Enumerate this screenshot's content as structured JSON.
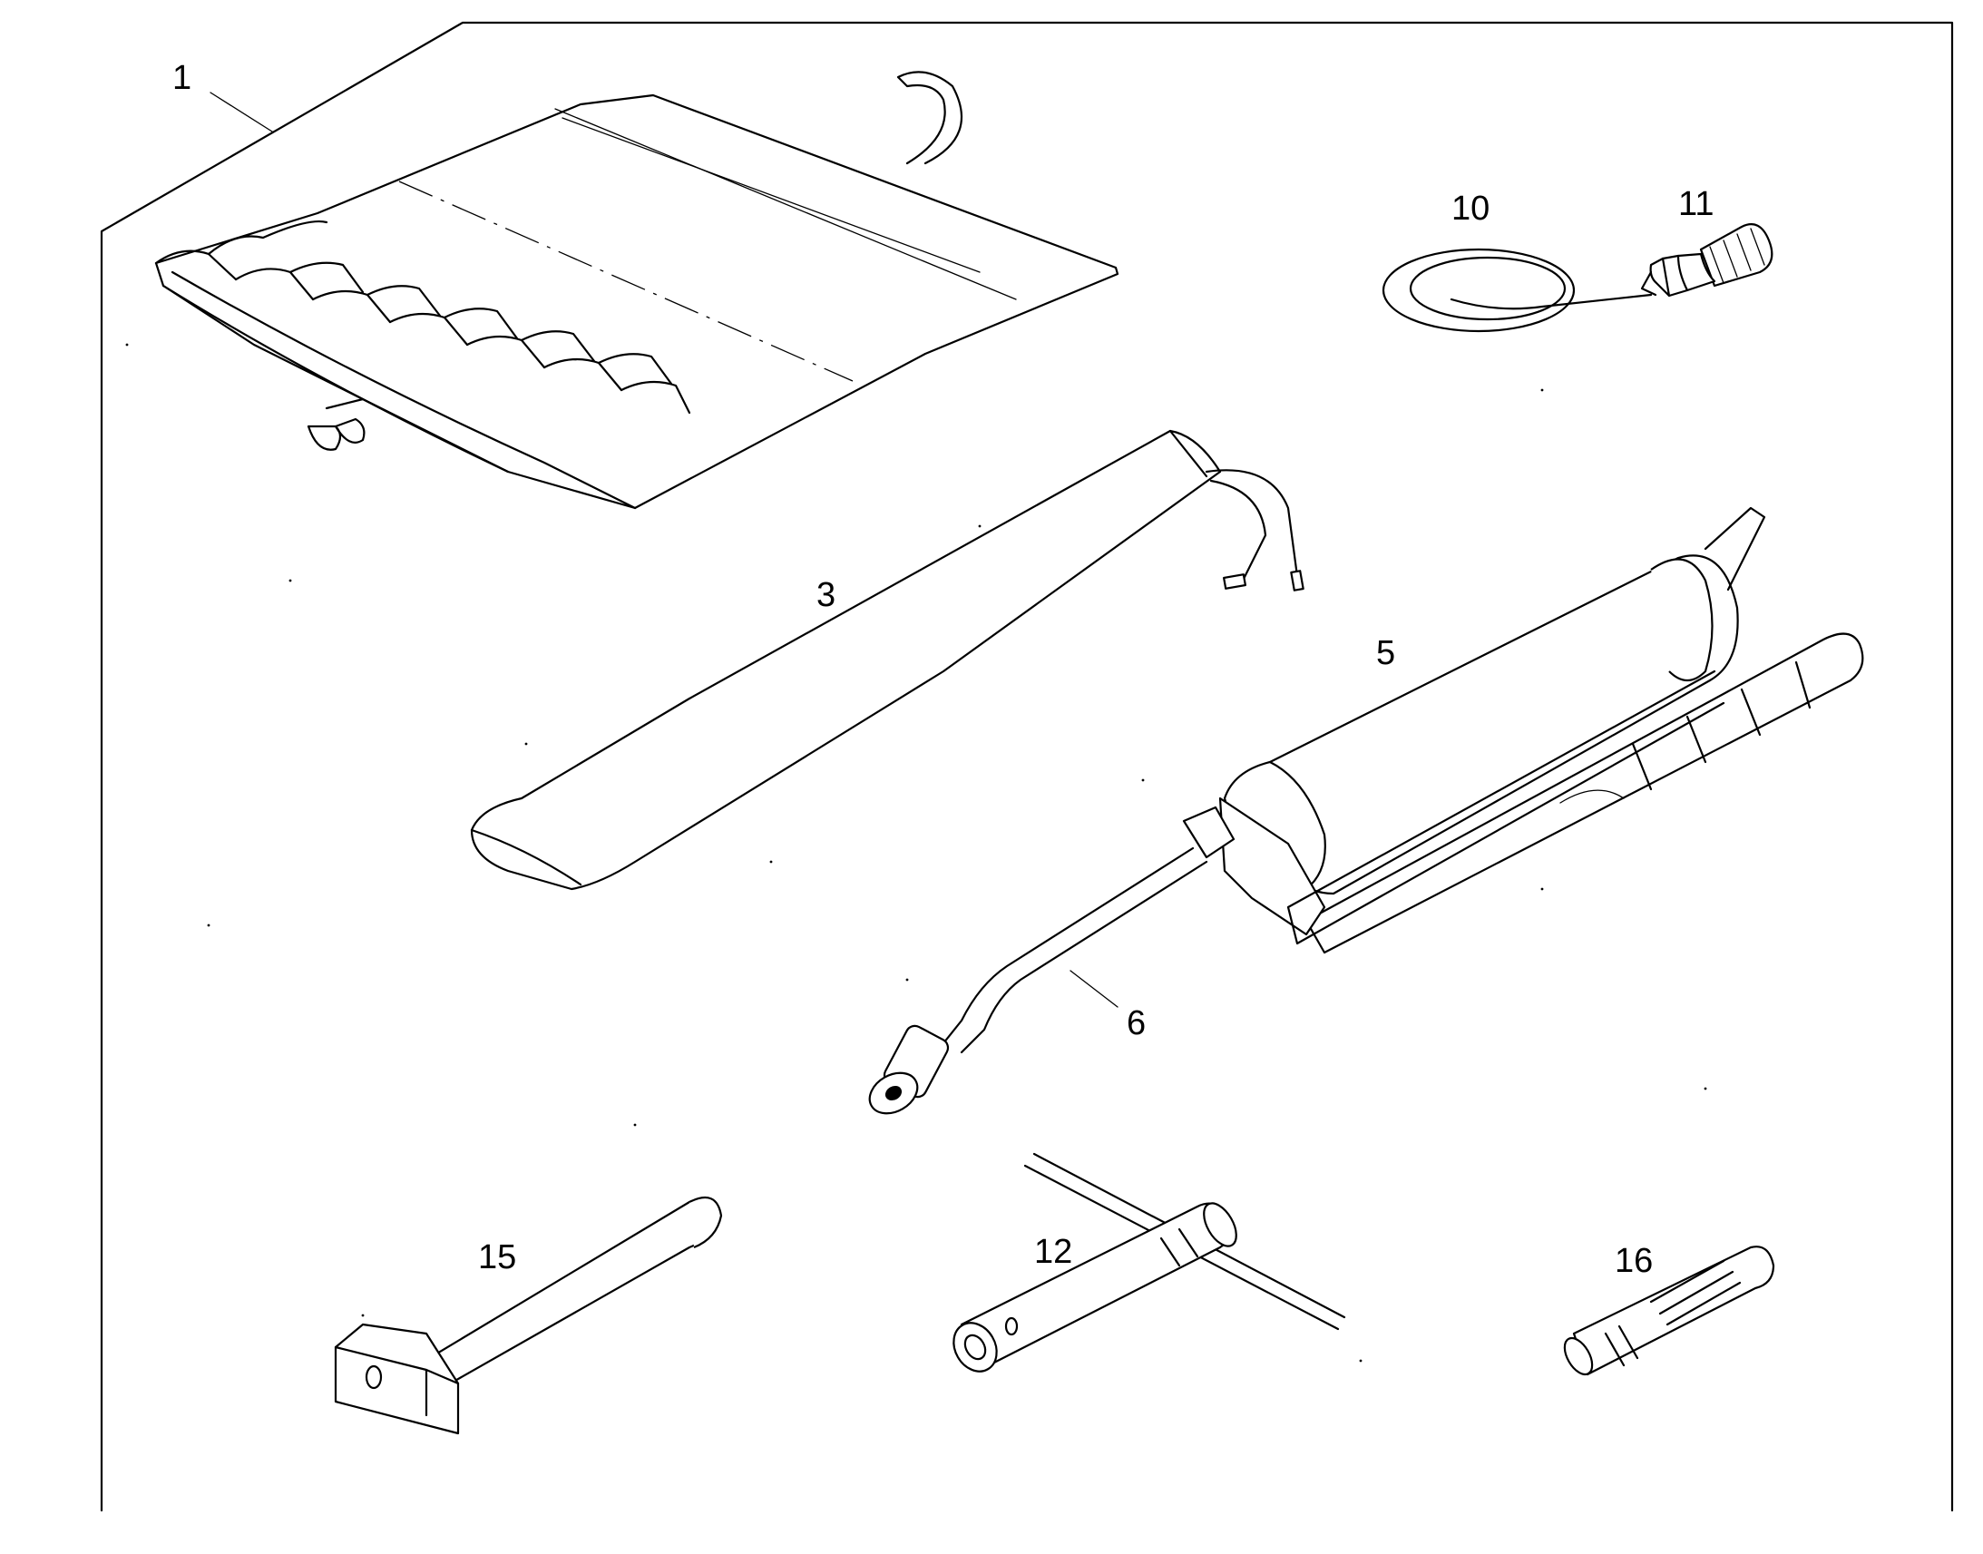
{
  "diagram": {
    "callouts": [
      {
        "id": "1",
        "label": "1",
        "part": "tool-roll-bag"
      },
      {
        "id": "3",
        "label": "3",
        "part": "cloth-bag"
      },
      {
        "id": "5",
        "label": "5",
        "part": "grease-gun"
      },
      {
        "id": "6",
        "label": "6",
        "part": "grease-gun-nozzle"
      },
      {
        "id": "10",
        "label": "10",
        "part": "wire"
      },
      {
        "id": "11",
        "label": "11",
        "part": "fitting"
      },
      {
        "id": "12",
        "label": "12",
        "part": "t-wrench"
      },
      {
        "id": "15",
        "label": "15",
        "part": "hammer"
      },
      {
        "id": "16",
        "label": "16",
        "part": "drift"
      }
    ]
  }
}
